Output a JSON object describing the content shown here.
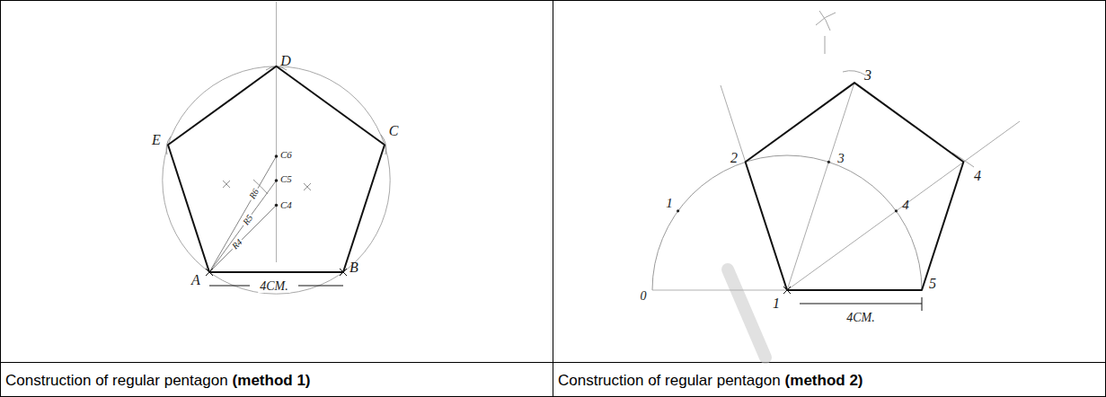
{
  "diagram": {
    "labels": [
      "D",
      "E",
      "C",
      "C6",
      "C5",
      "C4",
      "R6",
      "R5",
      "R4",
      "A",
      "B",
      "4CM.",
      "3",
      "2",
      "1",
      "3",
      "4",
      "4",
      "0",
      "1",
      "5",
      "4CM.",
      "Construction of regular pentagon",
      "(method 1)",
      "Construction of regular pentagon",
      "(method 2)"
    ]
  }
}
